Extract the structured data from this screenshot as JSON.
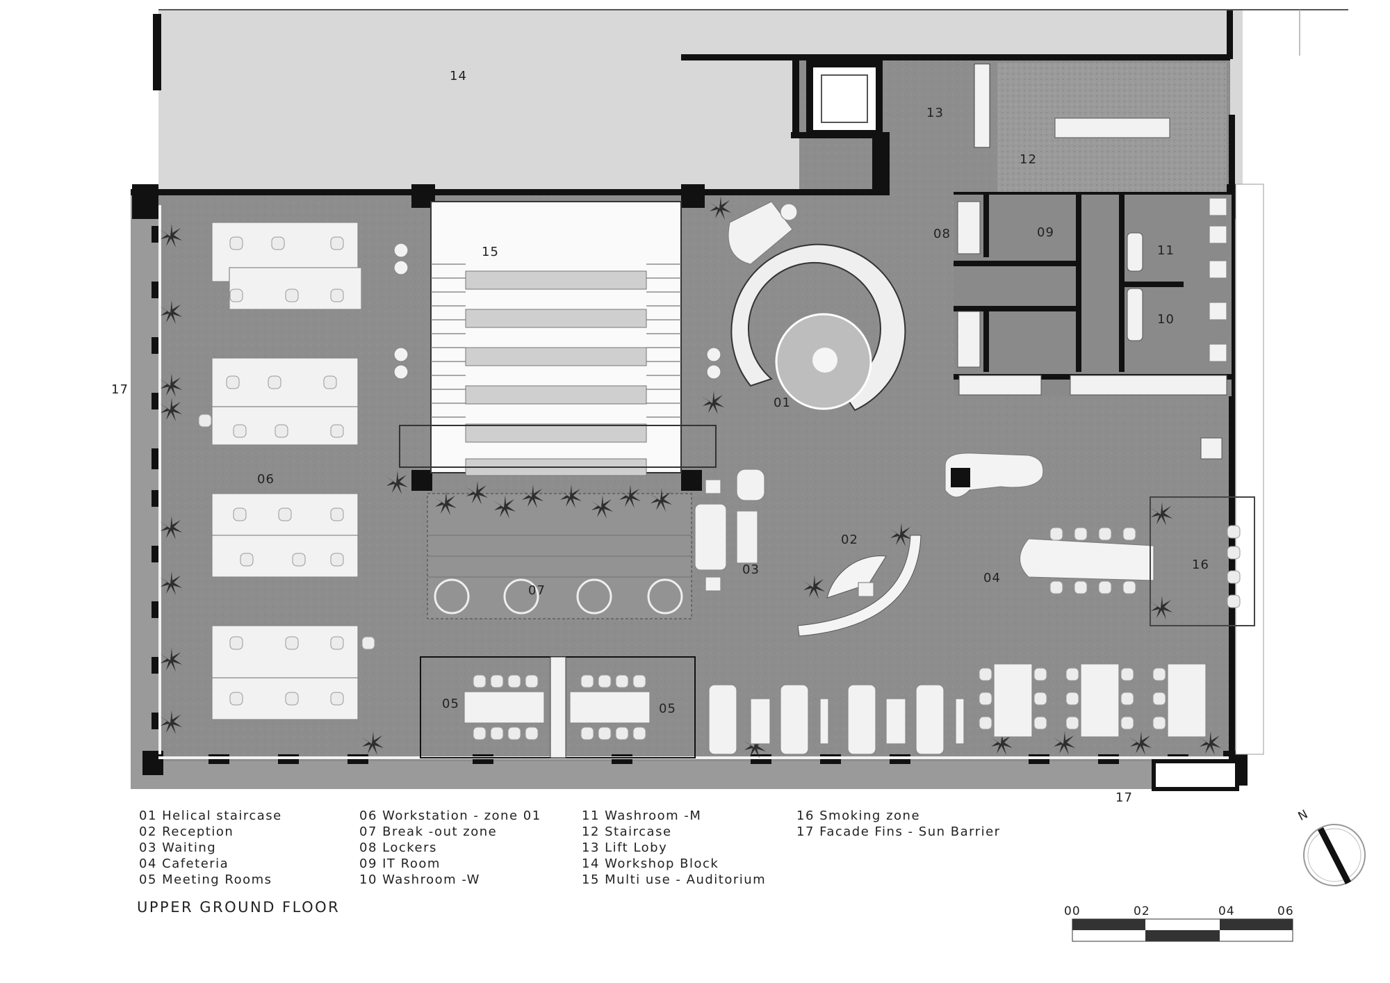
{
  "rooms": [
    {
      "num": "01",
      "name": "Helical staircase"
    },
    {
      "num": "02",
      "name": "Reception"
    },
    {
      "num": "03",
      "name": "Waiting"
    },
    {
      "num": "04",
      "name": "Cafeteria"
    },
    {
      "num": "05",
      "name": "Meeting Rooms"
    },
    {
      "num": "06",
      "name": "Workstation - zone 01"
    },
    {
      "num": "07",
      "name": "Break -out zone"
    },
    {
      "num": "08",
      "name": "Lockers"
    },
    {
      "num": "09",
      "name": "IT Room"
    },
    {
      "num": "10",
      "name": "Washroom -W"
    },
    {
      "num": "11",
      "name": "Washroom -M"
    },
    {
      "num": "12",
      "name": "Staircase"
    },
    {
      "num": "13",
      "name": "Lift Loby"
    },
    {
      "num": "14",
      "name": "Workshop Block"
    },
    {
      "num": "15",
      "name": "Multi use - Auditorium"
    },
    {
      "num": "16",
      "name": "Smoking zone"
    },
    {
      "num": "17",
      "name": "Facade Fins - Sun Barrier"
    }
  ],
  "legend": [
    "01 Helical staircase",
    "02 Reception",
    "03 Waiting",
    "04 Cafeteria",
    "05 Meeting Rooms",
    "06 Workstation - zone 01",
    "07 Break -out zone",
    "08 Lockers",
    "09 IT Room",
    "10 Washroom -W",
    "11 Washroom -M",
    "12 Staircase",
    "13 Lift Loby",
    "14 Workshop Block",
    "15 Multi use - Auditorium",
    "16 Smoking zone",
    "17 Facade Fins - Sun Barrier"
  ],
  "plan_labels": {
    "r01": "01",
    "r02": "02",
    "r03": "03",
    "r04": "04",
    "r05a": "05",
    "r05b": "05",
    "r06": "06",
    "r07": "07",
    "r08": "08",
    "r09": "09",
    "r10": "10",
    "r11": "11",
    "r12": "12",
    "r13": "13",
    "r14": "14",
    "r15": "15",
    "r16": "16",
    "r17a": "17",
    "r17b": "17"
  },
  "title": "UPPER GROUND FLOOR",
  "scale_bar": {
    "ticks": [
      "00",
      "02",
      "04",
      "06"
    ]
  },
  "north_label": "N",
  "colors": {
    "floor": "#8f8f8f",
    "wall": "#111111",
    "block_14": "#d6d6d6",
    "furniture": "#f2f2f2"
  }
}
